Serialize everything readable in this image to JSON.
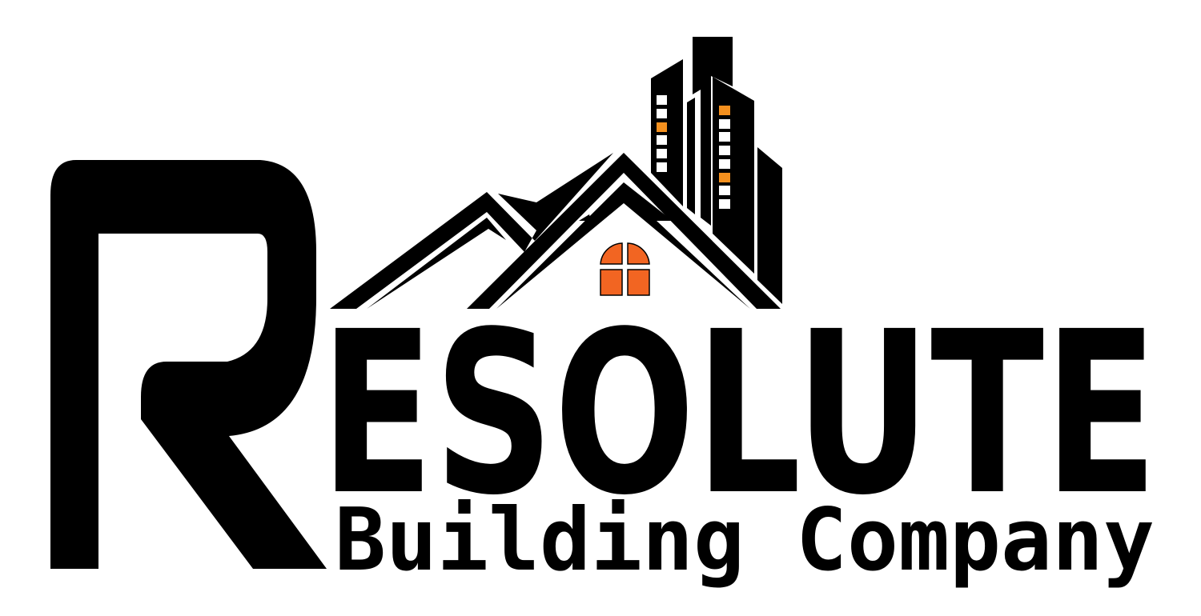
{
  "logo": {
    "initial_letter": "R",
    "name_rest": "ESOLUTE",
    "tagline": "Building Company",
    "colors": {
      "text": "#000000",
      "background": "#ffffff",
      "window_orange": "#f4901e",
      "door_orange": "#f26522"
    },
    "icons": [
      "skyline-icon",
      "house-roof-icon",
      "arched-window-icon"
    ]
  }
}
